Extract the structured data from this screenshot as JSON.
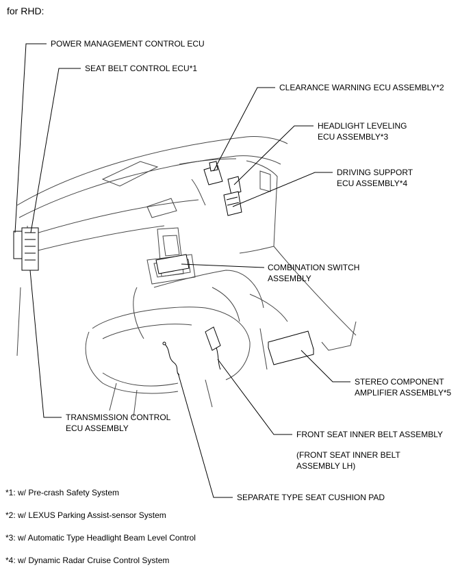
{
  "header": "for RHD:",
  "labels": {
    "power_mgmt": "POWER MANAGEMENT CONTROL ECU",
    "seat_belt": "SEAT BELT CONTROL ECU*1",
    "clearance": "CLEARANCE WARNING ECU ASSEMBLY*2",
    "headlight_1": "HEADLIGHT LEVELING",
    "headlight_2": "ECU ASSEMBLY*3",
    "driving_1": "DRIVING SUPPORT",
    "driving_2": "ECU ASSEMBLY*4",
    "combo_1": "COMBINATION SWITCH",
    "combo_2": "ASSEMBLY",
    "stereo_1": "STEREO COMPONENT",
    "stereo_2": "AMPLIFIER ASSEMBLY*5",
    "trans_1": "TRANSMISSION CONTROL",
    "trans_2": "ECU ASSEMBLY",
    "front_seat": "FRONT SEAT INNER BELT ASSEMBLY",
    "front_seat_lh_1": "(FRONT SEAT INNER BELT",
    "front_seat_lh_2": "ASSEMBLY LH)",
    "cushion": "SEPARATE TYPE SEAT CUSHION PAD"
  },
  "footnotes": [
    "*1: w/ Pre-crash Safety System",
    "*2: w/ LEXUS Parking Assist-sensor System",
    "*3: w/ Automatic Type Headlight Beam Level Control",
    "*4: w/ Dynamic Radar Cruise Control System"
  ]
}
